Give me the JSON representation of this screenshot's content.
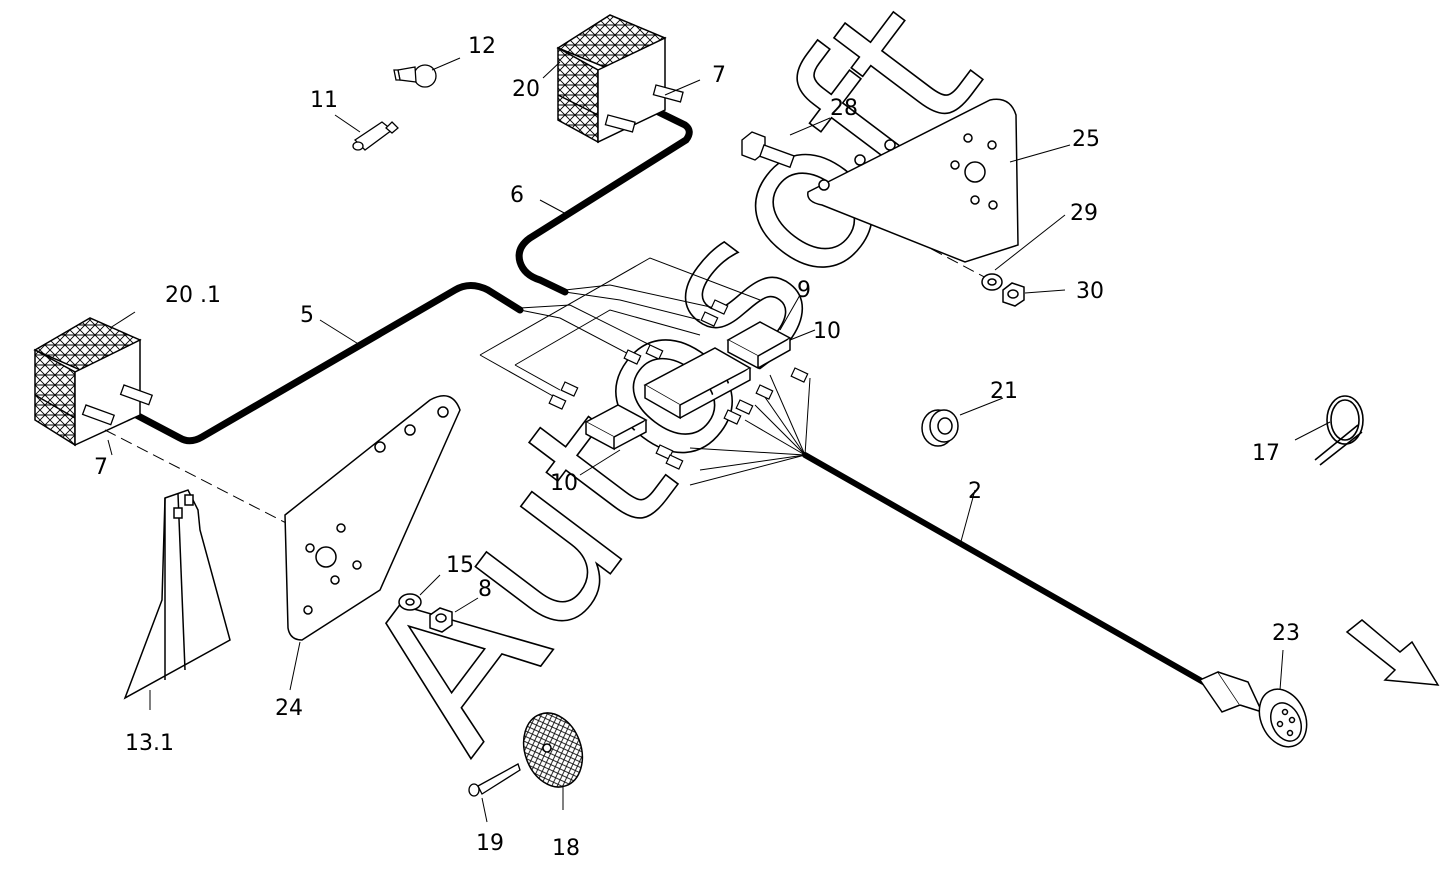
{
  "diagram": {
    "watermark": "Autosoft",
    "labels": {
      "l2": "2",
      "l5": "5",
      "l6": "6",
      "l7a": "7",
      "l7b": "7",
      "l8": "8",
      "l9": "9",
      "l10a": "10",
      "l10b": "10",
      "l11": "11",
      "l12": "12",
      "l13": "13.1",
      "l15": "15",
      "l17": "17",
      "l18": "18",
      "l19": "19",
      "l20": "20",
      "l20_1": "20 .1",
      "l21": "21",
      "l23": "23",
      "l24": "24",
      "l25": "25",
      "l28": "28",
      "l29": "29",
      "l30": "30"
    }
  }
}
